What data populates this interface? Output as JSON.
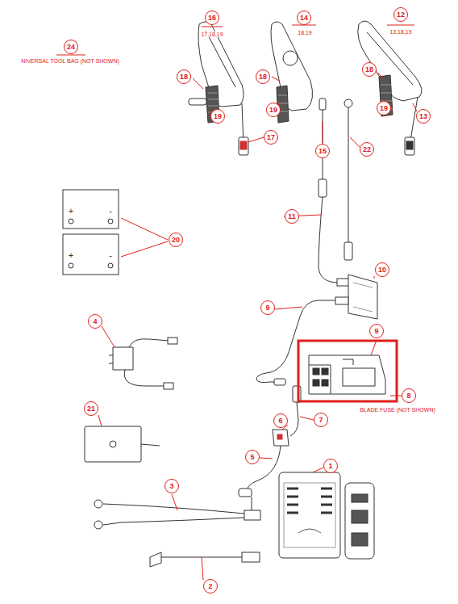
{
  "diagram": {
    "labels": [
      "24",
      "NIVERSAL TOOL BAG (NOT SHOWN)",
      "16",
      "17,18,19",
      "14",
      "18,19",
      "12",
      "13,18,19",
      "18",
      "19",
      "18",
      "19",
      "18",
      "19",
      "17",
      "15",
      "22",
      "13",
      "11",
      "+",
      "-",
      "+",
      "-",
      "20",
      "10",
      "9",
      "4",
      "9",
      "8",
      "BLADE FUSE (NOT SHOWN)",
      "21",
      "6",
      "7",
      "5",
      "1",
      "3",
      "2"
    ]
  }
}
